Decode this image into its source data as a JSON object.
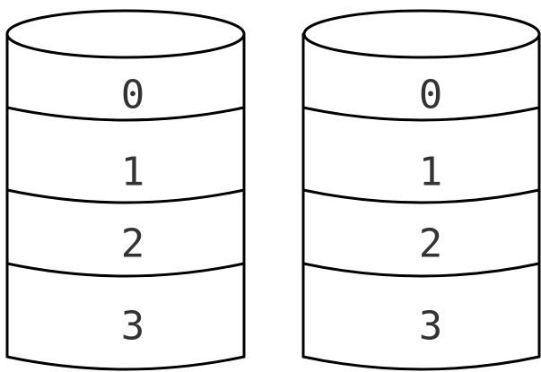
{
  "disks": [
    {
      "blocks": [
        "0",
        "1",
        "2",
        "3"
      ]
    },
    {
      "blocks": [
        "0",
        "1",
        "2",
        "3"
      ]
    }
  ]
}
